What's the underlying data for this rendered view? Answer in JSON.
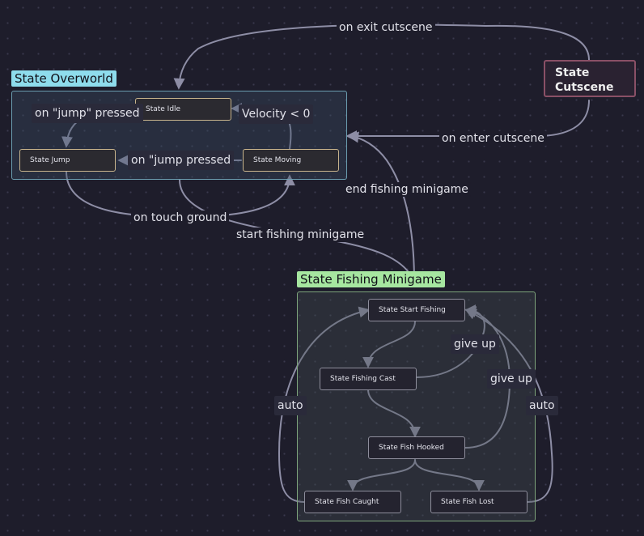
{
  "groups": {
    "overworld": {
      "title": "State Overworld"
    },
    "fishing": {
      "title": "State Fishing Minigame"
    }
  },
  "nodes": {
    "idle": "State Idle",
    "jump": "State Jump",
    "moving": "State Moving",
    "cutscene": "State Cutscene",
    "start_fishing": "State Start Fishing",
    "fishing_cast": "State Fishing Cast",
    "fish_hooked": "State Fish Hooked",
    "fish_caught": "State Fish Caught",
    "fish_lost": "State Fish Lost"
  },
  "edge_labels": {
    "exit_cutscene": "on exit cutscene",
    "enter_cutscene": "on enter cutscene",
    "jump_pressed_1": "on \"jump\" pressed",
    "velocity": "Velocity < 0",
    "jump_pressed_2": "on \"jump pressed",
    "touch_ground": "on touch ground",
    "end_fishing": "end fishing minigame",
    "start_fishing": "start fishing minigame",
    "give_up_1": "give up",
    "give_up_2": "give up",
    "auto_left": "auto",
    "auto_right": "auto"
  },
  "colors": {
    "background": "#1e1d2b",
    "edge": "#8e8ea6",
    "overworld_accent": "#8edcec",
    "fishing_accent": "#a6e6a0",
    "cutscene_border": "#8a5066"
  }
}
